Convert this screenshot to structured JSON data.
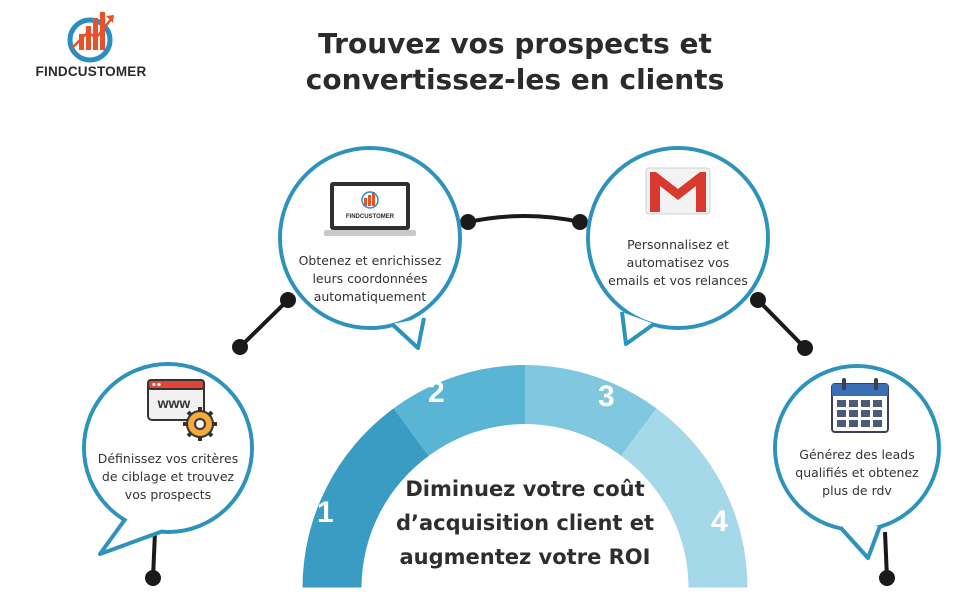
{
  "brand": {
    "name": "FINDCUSTOMER",
    "logo_icon": "bar-chart-logo-icon"
  },
  "title": {
    "line1": "Trouvez vos prospects et",
    "line2": "convertissez-les en clients"
  },
  "steps": [
    {
      "number": "1",
      "text_lines": [
        "Définissez vos critères",
        "de ciblage et trouvez",
        "vos prospects"
      ],
      "icon": "www-gear-icon"
    },
    {
      "number": "2",
      "text_lines": [
        "Obtenez et enrichissez",
        "leurs coordonnées",
        "automatiquement"
      ],
      "icon": "laptop-icon",
      "screen_label": "FINDCUSTOMER"
    },
    {
      "number": "3",
      "text_lines": [
        "Personnalisez et",
        "automatisez vos",
        "emails et vos relances"
      ],
      "icon": "gmail-icon"
    },
    {
      "number": "4",
      "text_lines": [
        "Générez des leads",
        "qualifiés et obtenez",
        "plus de rdv"
      ],
      "icon": "calendar-icon"
    }
  ],
  "center": {
    "line1": "Diminuez votre coût",
    "line2": "d’acquisition client et",
    "line3": "augmentez votre ROI"
  },
  "colors": {
    "arc_1": "#3a9cc2",
    "arc_2": "#5ab4d3",
    "arc_3": "#80c8e0",
    "arc_4": "#a5d9ea",
    "bubble_stroke": "#2d93bd",
    "connector": "#1a1a1a",
    "text": "#333333"
  }
}
